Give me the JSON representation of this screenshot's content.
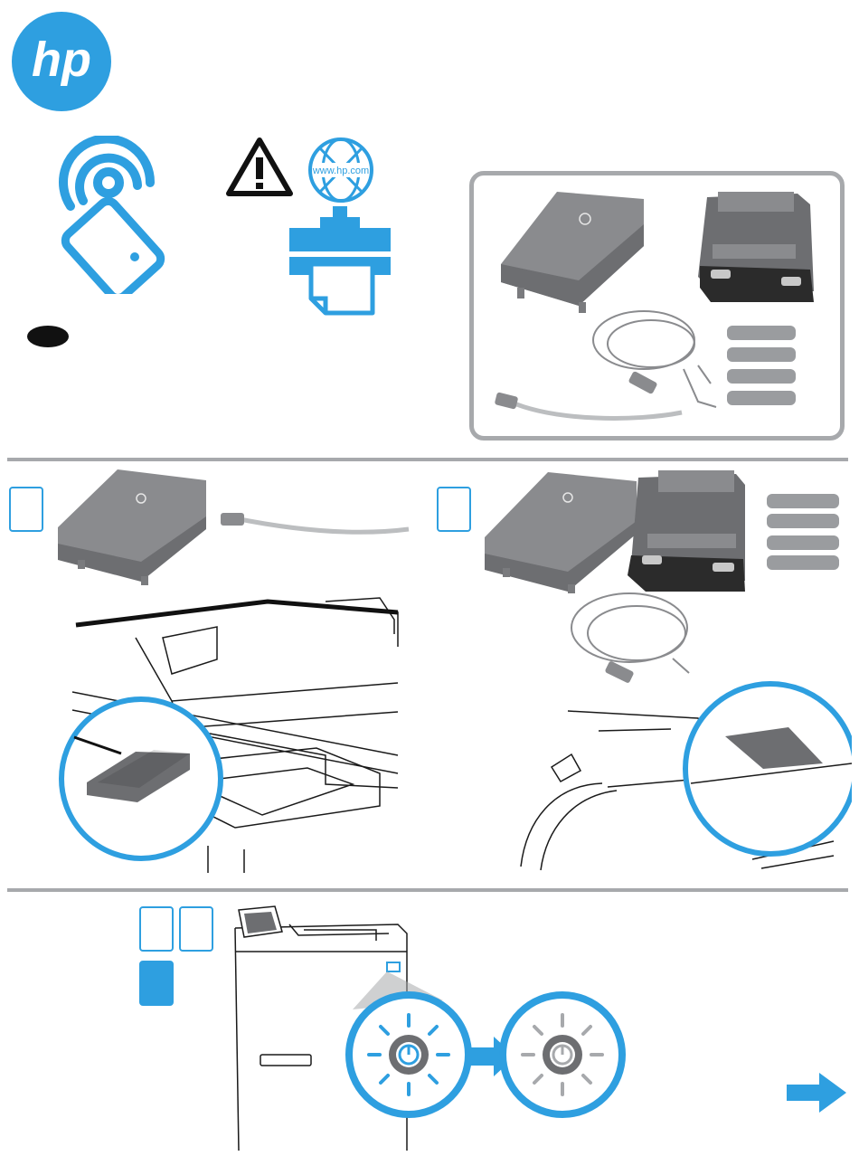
{
  "brand": {
    "logo_text": "hp",
    "accent_color": "#2e9fe0",
    "gray_color": "#a7a9ac"
  },
  "web": {
    "url": "www.hp.com"
  },
  "icons": {
    "nfc": "nfc-card-icon",
    "warning": "warning-triangle-icon",
    "globe": "globe-icon",
    "download": "download-to-printer-icon",
    "next": "next-arrow-icon",
    "power": "power-button-icon"
  },
  "contents": {
    "items": [
      "card-reader",
      "pocket-mount",
      "usb-cable-long",
      "usb-cable-short",
      "adhesive-strips"
    ]
  },
  "steps": {
    "section1_step": "",
    "section2_steps": [
      "",
      ""
    ],
    "section3_steps": [
      "",
      "",
      ""
    ]
  }
}
